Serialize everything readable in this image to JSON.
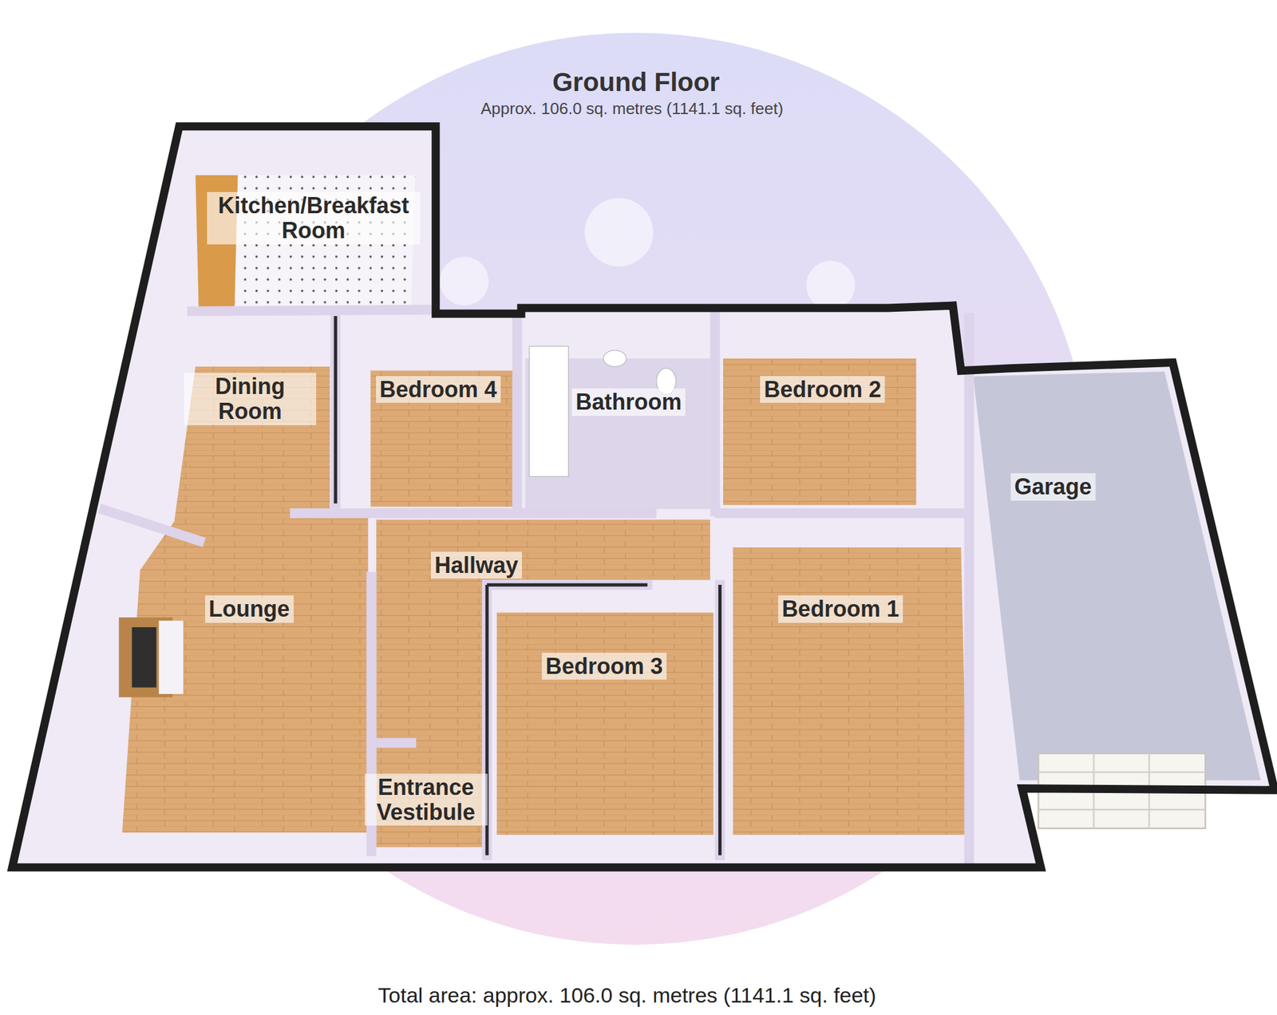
{
  "diagram": {
    "title": "Ground Floor",
    "caption": "Total area: approx. 106.0 sq. metres (1141.1 sq. feet)",
    "nodes": [
      {
        "text": [
          "Kitchen/Breakfast Room"
        ]
      },
      {
        "text": [
          "Dining Room"
        ]
      },
      {
        "text": [
          "Bedroom 4"
        ]
      },
      {
        "text": [
          "Bathroom"
        ]
      },
      {
        "text": [
          "Bedroom 2"
        ]
      },
      {
        "text": [
          "Garage"
        ]
      },
      {
        "text": [
          "Hallway"
        ]
      },
      {
        "text": [
          "Lounge"
        ]
      },
      {
        "text": [
          "Bedroom 1"
        ]
      },
      {
        "text": [
          "Bedroom 3"
        ]
      },
      {
        "text": [
          "Entrance Vestibule"
        ]
      }
    ],
    "labels": [
      "Approx. 106.0 sq. metres (1141.1 sq. feet)"
    ]
  }
}
